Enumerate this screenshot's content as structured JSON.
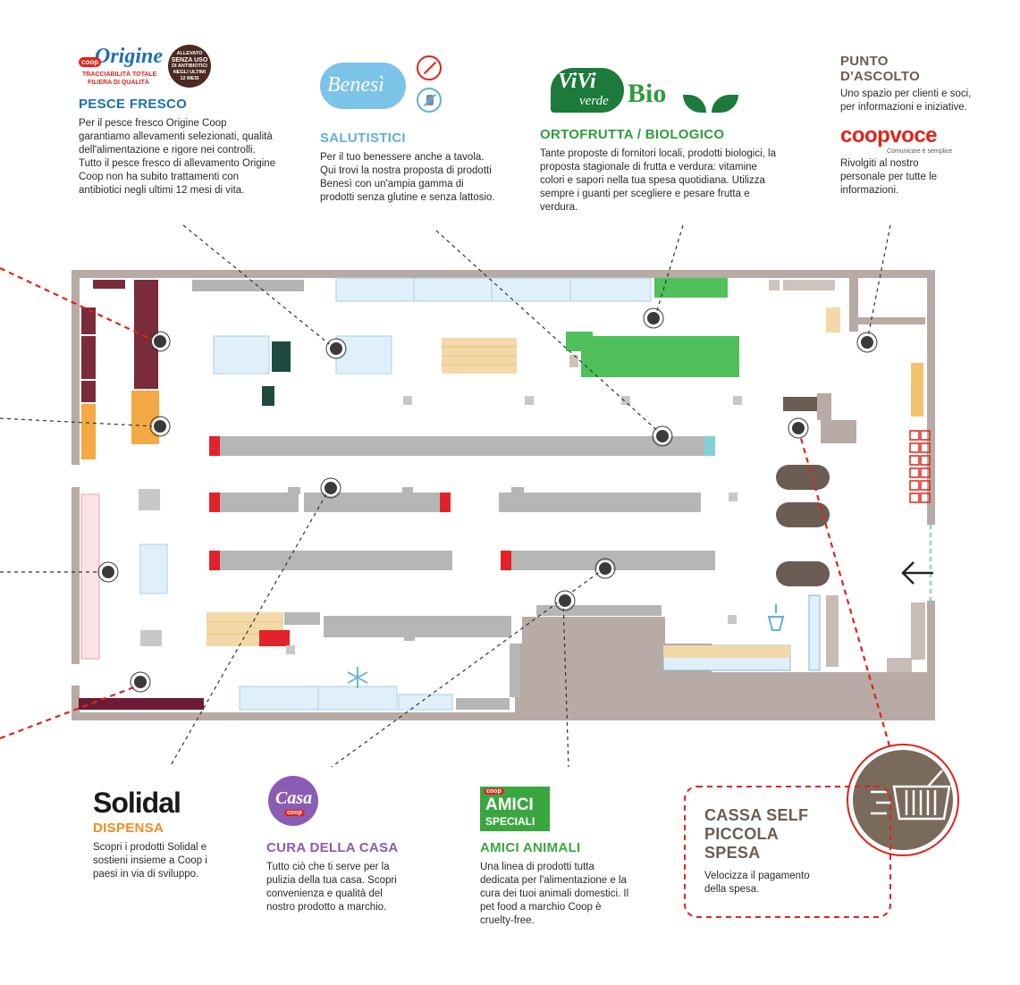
{
  "colors": {
    "fish": "#1e6fb5",
    "health": "#5fb0dd",
    "produce": "#2e9c3a",
    "pantry": "#f28c1e",
    "home": "#8a5cb3",
    "pets": "#3aa640",
    "info": "#6b5d53",
    "checkout": "#7a6a5c",
    "coop_red": "#e2231a"
  },
  "sections": {
    "pesce": {
      "logo_brand": "Origine",
      "logo_coop": "coop",
      "logo_tagline_1": "TRACCIABILITÀ TOTALE",
      "logo_tagline_2": "FILIERA DI QUALITÀ",
      "badge_1": "ALLEVATO",
      "badge_2": "SENZA USO",
      "badge_3": "DI ANTIBIOTICI",
      "badge_4": "NEGLI ULTIMI",
      "badge_5": "12 MESI",
      "title": "PESCE FRESCO",
      "description": "Per il pesce fresco Origine Coop garantiamo allevamenti selezionati, qualità dell'alimentazione e rigore nei controlli. Tutto il pesce fresco di allevamento Origine Coop non ha subito trattamenti con antibiotici negli ultimi 12 mesi di vita."
    },
    "salutistici": {
      "logo_brand": "Benesì",
      "title": "SALUTISTICI",
      "description": "Per il tuo benessere anche a tavola. Qui trovi la nostra proposta di prodotti Benesì con un'ampia gamma di prodotti senza glutine e senza lattosio."
    },
    "ortofrutta": {
      "logo_brand_1": "ViVi",
      "logo_brand_2": "verde",
      "logo_bio": "Bio",
      "title": "ORTOFRUTTA / BIOLOGICO",
      "description": "Tante proposte di fornitori locali, prodotti biologici, la proposta stagionale di frutta e verdura: vitamine colori e sapori nella tua spesa quotidiana. Utilizza sempre i guanti per scegliere e pesare frutta e verdura."
    },
    "ascolto": {
      "title_1": "PUNTO",
      "title_2": "D'ASCOLTO",
      "description": "Uno spazio per clienti e soci, per informazioni e iniziative.",
      "logo_brand": "coopvoce",
      "logo_tagline": "Comunicare è semplice",
      "description_2": "Rivolgiti al nostro personale per tutte le informazioni."
    },
    "dispensa": {
      "logo_brand": "Solidal",
      "title": "DISPENSA",
      "description": "Scopri i prodotti Solidal e sostieni insieme a Coop i paesi in via di sviluppo."
    },
    "casa": {
      "logo_brand": "Casa",
      "logo_coop": "coop",
      "title": "CURA DELLA CASA",
      "description": "Tutto ciò che ti serve per la pulizia della tua casa. Scopri convenienza e qualità del nostro prodotto a marchio."
    },
    "animali": {
      "logo_coop": "coop",
      "logo_1": "AMICI",
      "logo_2": "SPECIALI",
      "title": "AMICI ANIMALI",
      "description": "Una linea di prodotti tutta dedicata per l'alimentazione e la cura dei tuoi animali domestici. Il pet food a marchio Coop è cruelty-free."
    },
    "cassa": {
      "title_1": "CASSA SELF",
      "title_2": "PICCOLA",
      "title_3": "SPESA",
      "description": "Velocizza il pagamento della spesa."
    }
  },
  "icons": {
    "no_gluten": "no-gluten-icon",
    "no_lactose": "no-lactose-icon",
    "leaves": "leaf-icon",
    "snowflake": "snowflake-icon",
    "entrance_arrow": "arrow-left-icon",
    "basket": "shopping-basket-icon",
    "water": "water-icon"
  }
}
